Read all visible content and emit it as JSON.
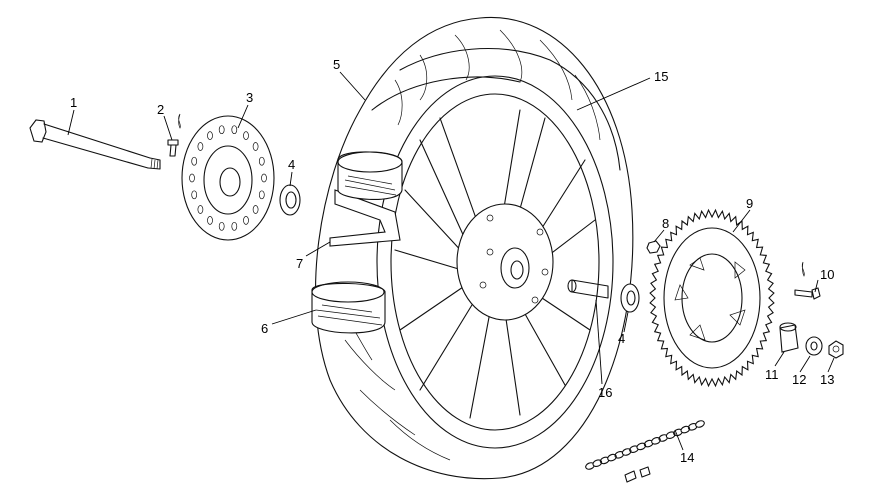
{
  "callouts": {
    "c1": "1",
    "c2": "2",
    "c3": "3",
    "c4a": "4",
    "c4b": "4",
    "c5": "5",
    "c6": "6",
    "c7": "7",
    "c8": "8",
    "c9": "9",
    "c10": "10",
    "c11": "11",
    "c12": "12",
    "c13": "13",
    "c14": "14",
    "c15": "15",
    "c16": "16"
  }
}
